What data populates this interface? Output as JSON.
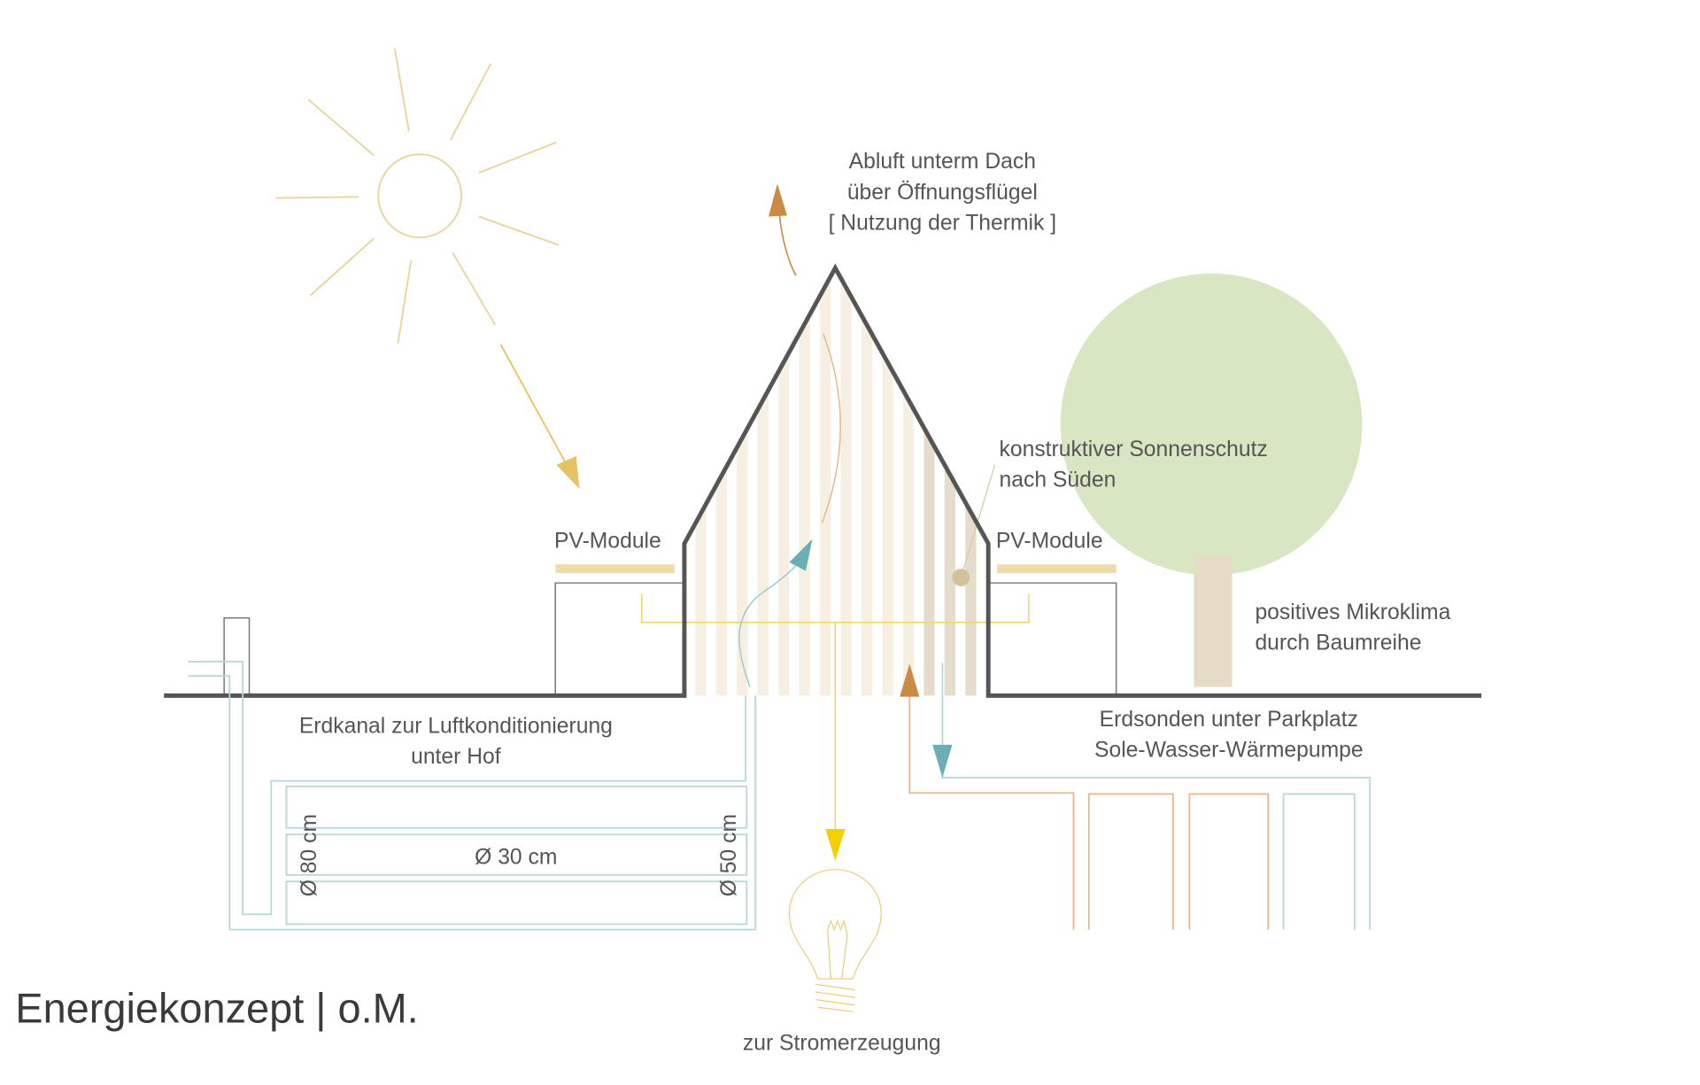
{
  "title": "Energiekonzept | o.M.",
  "labels": {
    "abluft": [
      "Abluft unterm Dach",
      "über Öffnungsflügel",
      "[ Nutzung der Thermik ]"
    ],
    "pv_left": "PV-Module",
    "pv_right": "PV-Module",
    "sonnenschutz": [
      "konstruktiver Sonnenschutz",
      "nach Süden"
    ],
    "mikroklima": [
      "positives Mikroklima",
      "durch Baumreihe"
    ],
    "erdkanal": [
      "Erdkanal zur Luftkonditionierung",
      "unter Hof"
    ],
    "erdsonden": [
      "Erdsonden unter Parkplatz",
      "Sole-Wasser-Wärmepumpe"
    ],
    "pipe_80": "Ø 80 cm",
    "pipe_30": "Ø 30 cm",
    "pipe_50": "Ø 50 cm",
    "strom": "zur Stromerzeugung"
  },
  "colors": {
    "outline": "#555555",
    "sun": "#e8d49a",
    "sun_arrow": "#e6c263",
    "warm_air": "#c98a45",
    "cool_air": "#6aaeb8",
    "duct": "#b9d8dc",
    "pv": "#f0dca8",
    "electric": "#f5d000",
    "tree": "#d8e6c4",
    "trunk": "#e6dcc6",
    "geo_warm": "#e8b98f"
  }
}
